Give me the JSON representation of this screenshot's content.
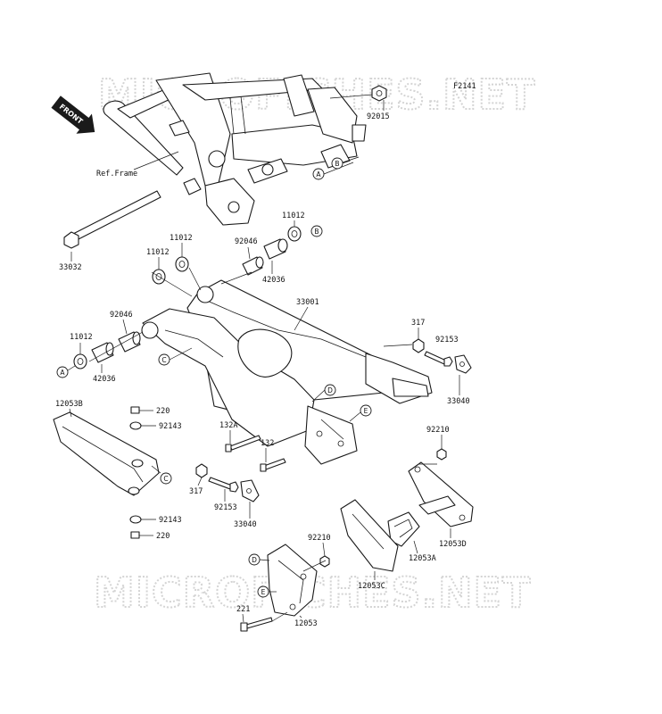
{
  "figure_code": "F2141",
  "watermark": "MICROFICHES.NET",
  "front_label": "FRONT",
  "ref_frame": "Ref.Frame",
  "parts": {
    "p92015": "92015",
    "p33032": "33032",
    "p11012_top": "11012",
    "p92046_top": "92046",
    "p42036_top": "42036",
    "p11012_mid1": "11012",
    "p11012_mid2": "11012",
    "p33001": "33001",
    "p92046_left": "92046",
    "p11012_left": "11012",
    "p42036_left": "42036",
    "p317_right": "317",
    "p92153_right": "92153",
    "p33040_right": "33040",
    "p12053B": "12053B",
    "p220_top": "220",
    "p92143_top": "92143",
    "p132A": "132A",
    "p132": "132",
    "p317_left": "317",
    "p92153_left": "92153",
    "p33040_left": "33040",
    "p92143_bot": "92143",
    "p220_bot": "220",
    "p92210_top": "92210",
    "p12053D": "12053D",
    "p92210_mid": "92210",
    "p12053A": "12053A",
    "p12053C": "12053C",
    "p221": "221",
    "p12053": "12053"
  },
  "callouts": {
    "A": "A",
    "B": "B",
    "C": "C",
    "D": "D",
    "E": "E"
  }
}
